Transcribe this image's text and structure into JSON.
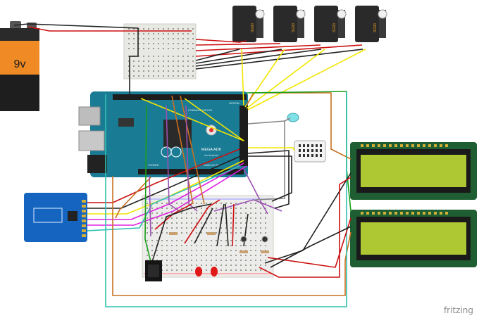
{
  "battery": {
    "label": "9v"
  },
  "servo": {
    "label": "SG90"
  },
  "arduino": {
    "model_label": "MEGA ADK",
    "sub_label": "for Android",
    "comm_label": "COMMUNICATION",
    "digital_label": "DIGITAL",
    "analog_label": "ANALOG IN",
    "power_label": "POWER"
  },
  "watermark": "fritzing",
  "colors": {
    "wire_red": "#cc1010",
    "wire_black": "#202020",
    "wire_yellow": "#f2e600",
    "wire_orange": "#c87020",
    "wire_green": "#1aa01a",
    "wire_teal": "#30c0b0",
    "wire_purple": "#9a50b0",
    "wire_magenta": "#e020e0",
    "wire_gray": "#888888",
    "board_blue": "#1a7b95",
    "lcd_green": "#1e5e32",
    "lcd_screen": "#aec834",
    "rfid_blue": "#1565c0"
  }
}
